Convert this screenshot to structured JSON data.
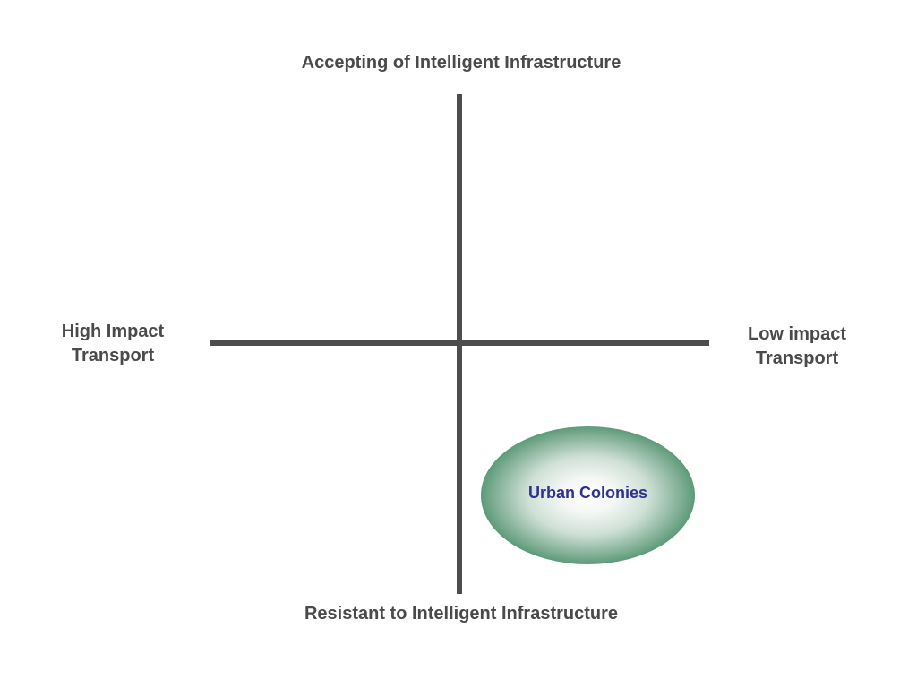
{
  "labels": {
    "top": "Accepting of Intelligent Infrastructure",
    "bottom": "Resistant to Intelligent Infrastructure",
    "left_line1": "High Impact",
    "left_line2": "Transport",
    "right_line1": "Low impact",
    "right_line2": "Transport"
  },
  "region": {
    "label": "Urban Colonies",
    "quadrant": "bottom-right"
  },
  "colors": {
    "axis": "#4d4d4d",
    "text": "#4a4a4a",
    "region_edge": "#1a7048",
    "region_center": "#ffffff",
    "region_text": "#2e3192"
  }
}
